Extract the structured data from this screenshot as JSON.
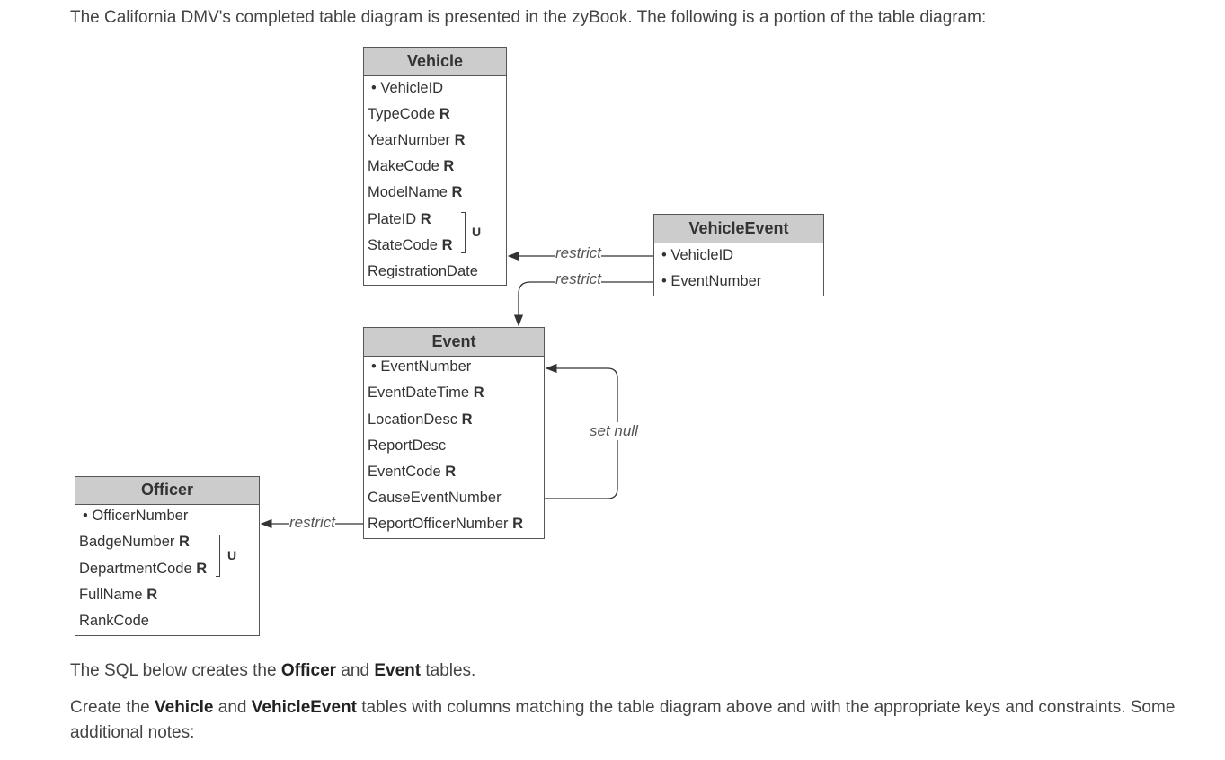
{
  "intro_text": "The California DMV's completed table diagram is presented in the zyBook. The following is a portion of the table diagram:",
  "tables": {
    "vehicle": {
      "title": "Vehicle",
      "rows": [
        {
          "text": "• VehicleID",
          "req": ""
        },
        {
          "text": "TypeCode ",
          "req": "R"
        },
        {
          "text": "YearNumber ",
          "req": "R"
        },
        {
          "text": "MakeCode ",
          "req": "R"
        },
        {
          "text": "ModelName ",
          "req": "R"
        },
        {
          "text": "PlateID ",
          "req": "R"
        },
        {
          "text": "StateCode ",
          "req": "R"
        },
        {
          "text": "RegistrationDate",
          "req": ""
        }
      ],
      "unique_label": "U"
    },
    "vehicle_event": {
      "title": "VehicleEvent",
      "rows": [
        {
          "text": "• VehicleID",
          "req": ""
        },
        {
          "text": "• EventNumber",
          "req": ""
        }
      ]
    },
    "event": {
      "title": "Event",
      "rows": [
        {
          "text": "• EventNumber",
          "req": ""
        },
        {
          "text": "EventDateTime ",
          "req": "R"
        },
        {
          "text": "LocationDesc ",
          "req": "R"
        },
        {
          "text": "ReportDesc",
          "req": ""
        },
        {
          "text": "EventCode ",
          "req": "R"
        },
        {
          "text": "CauseEventNumber",
          "req": ""
        },
        {
          "text": "ReportOfficerNumber ",
          "req": "R"
        }
      ]
    },
    "officer": {
      "title": "Officer",
      "rows": [
        {
          "text": "• OfficerNumber",
          "req": ""
        },
        {
          "text": "BadgeNumber ",
          "req": "R"
        },
        {
          "text": "DepartmentCode ",
          "req": "R"
        },
        {
          "text": "FullName ",
          "req": "R"
        },
        {
          "text": "RankCode",
          "req": ""
        }
      ],
      "unique_label": "U"
    }
  },
  "relationships": {
    "ve_vehicle": "restrict",
    "ve_event": "restrict",
    "event_self": "set null",
    "event_officer": "restrict"
  },
  "sql_note": {
    "prefix": "The SQL below creates the ",
    "b1": "Officer",
    "mid": " and ",
    "b2": "Event",
    "suffix": " tables."
  },
  "create_note": {
    "prefix": "Create the ",
    "b1": "Vehicle",
    "mid": " and ",
    "b2": "VehicleEvent",
    "suffix": " tables with columns matching the table diagram above and with the appropriate keys and constraints. Some additional notes:"
  }
}
